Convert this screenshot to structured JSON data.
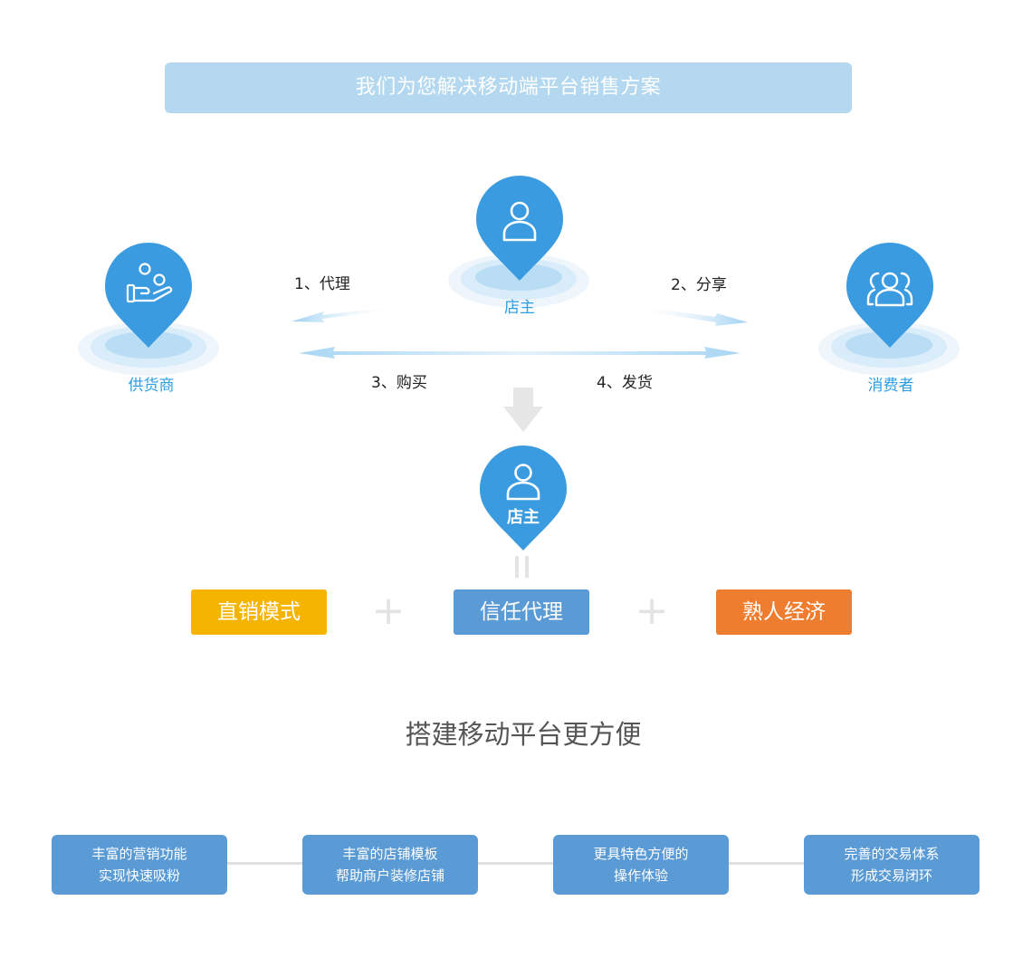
{
  "banner": {
    "title": "我们为您解决移动端平台销售方案"
  },
  "nodes": {
    "supplier": "供货商",
    "owner_top": "店主",
    "consumer": "消费者",
    "owner_center": "店主"
  },
  "steps": [
    {
      "label": "1、代理"
    },
    {
      "label": "2、分享"
    },
    {
      "label": "3、购买"
    },
    {
      "label": "4、发货"
    }
  ],
  "modes": [
    {
      "label": "直销模式",
      "color": "#f5b400"
    },
    {
      "label": "信任代理",
      "color": "#5b9bd5"
    },
    {
      "label": "熟人经济",
      "color": "#ef7d30"
    }
  ],
  "plus_sign": "+",
  "section_title": "搭建移动平台更方便",
  "features": [
    {
      "line1": "丰富的营销功能",
      "line2": "实现快速吸粉"
    },
    {
      "line1": "丰富的店铺模板",
      "line2": "帮助商户装修店铺"
    },
    {
      "line1": "更具特色方便的",
      "line2": "操作体验"
    },
    {
      "line1": "完善的交易体系",
      "line2": "形成交易闭环"
    }
  ],
  "colors": {
    "pin_blue": "#3a9be0",
    "ring_outer": "#eef6fc",
    "ring_middle": "#d8ecf9",
    "ring_inner": "#b9ddf5",
    "arrow_light": "#b7ddf5",
    "down_arrow": "#e6e6e6"
  }
}
